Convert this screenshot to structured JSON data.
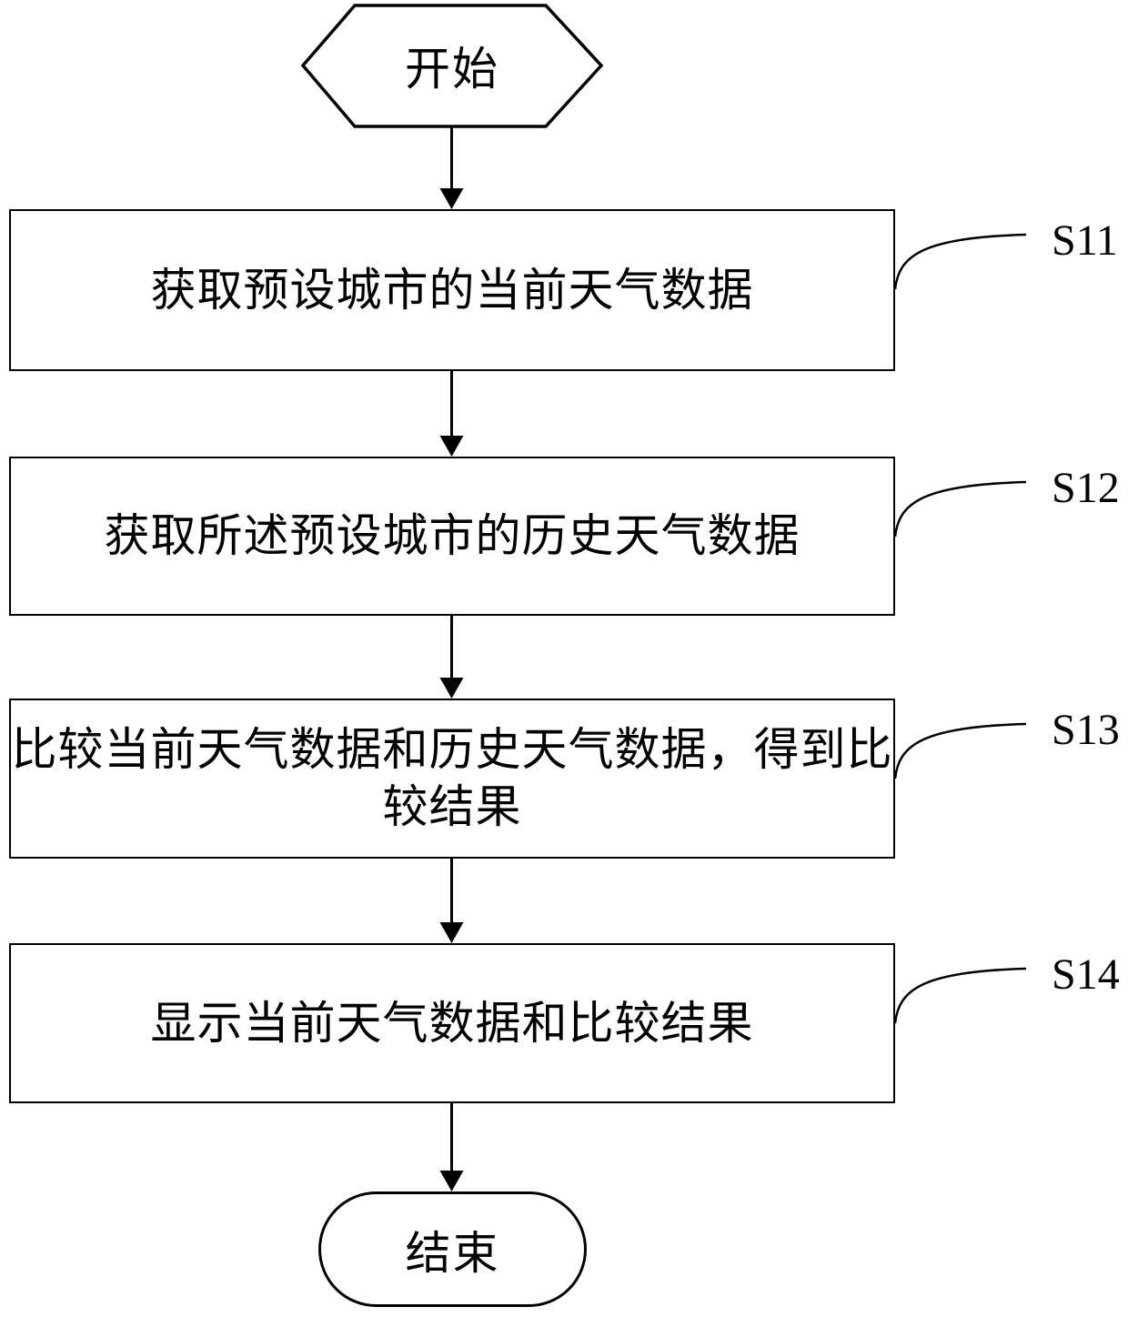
{
  "diagram": {
    "type": "flowchart",
    "colors": {
      "stroke": "#000000",
      "background": "#ffffff"
    },
    "start": {
      "label": "开始"
    },
    "end": {
      "label": "结束"
    },
    "steps": [
      {
        "id": "S11",
        "text": "获取预设城市的当前天气数据"
      },
      {
        "id": "S12",
        "text": "获取所述预设城市的历史天气数据"
      },
      {
        "id": "S13",
        "text": "比较当前天气数据和历史天气数据，得到比\n较结果"
      },
      {
        "id": "S14",
        "text": "显示当前天气数据和比较结果"
      }
    ]
  }
}
